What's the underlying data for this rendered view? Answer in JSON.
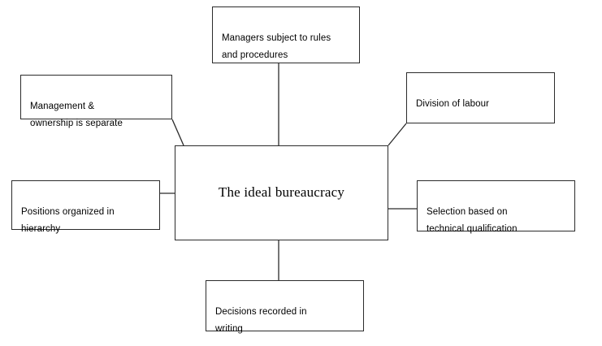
{
  "diagram": {
    "title": "The ideal bureaucracy",
    "type": "hub-and-spoke concept map",
    "line_color": "#2b2b2b",
    "background_color": "#ffffff",
    "center": {
      "label": "The ideal bureaucracy"
    },
    "nodes": [
      {
        "id": "managers-rules",
        "label": "Managers subject to rules\nand procedures"
      },
      {
        "id": "division-labour",
        "label": "Division of labour"
      },
      {
        "id": "management-ownership",
        "label": "Management &\nownership is separate"
      },
      {
        "id": "positions-hierarchy",
        "label": "Positions organized in\nhierarchy"
      },
      {
        "id": "selection-technical",
        "label": "Selection based on\ntechnical qualification"
      },
      {
        "id": "decisions-writing",
        "label": "Decisions recorded in\nwriting"
      }
    ],
    "connectors": [
      {
        "from": "managers-rules",
        "to": "center",
        "style": "straight-vertical"
      },
      {
        "from": "management-ownership",
        "to": "center",
        "style": "diagonal"
      },
      {
        "from": "division-labour",
        "to": "center",
        "style": "diagonal"
      },
      {
        "from": "positions-hierarchy",
        "to": "center",
        "style": "straight-horizontal"
      },
      {
        "from": "selection-technical",
        "to": "center",
        "style": "straight-horizontal"
      },
      {
        "from": "decisions-writing",
        "to": "center",
        "style": "straight-vertical"
      }
    ]
  }
}
